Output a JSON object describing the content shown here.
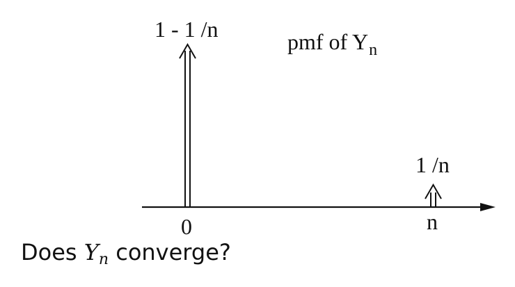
{
  "title": {
    "main": "pmf of Y",
    "subscript": "n"
  },
  "axis": {
    "label_zero": "0",
    "label_n": "n"
  },
  "impulses": [
    {
      "at": "0",
      "probability_label": "1 - 1 /n"
    },
    {
      "at": "n",
      "probability_label": "1 /n"
    }
  ],
  "question": {
    "prefix": "Does ",
    "var": "Y",
    "var_sub": "n",
    "suffix": " converge?"
  }
}
